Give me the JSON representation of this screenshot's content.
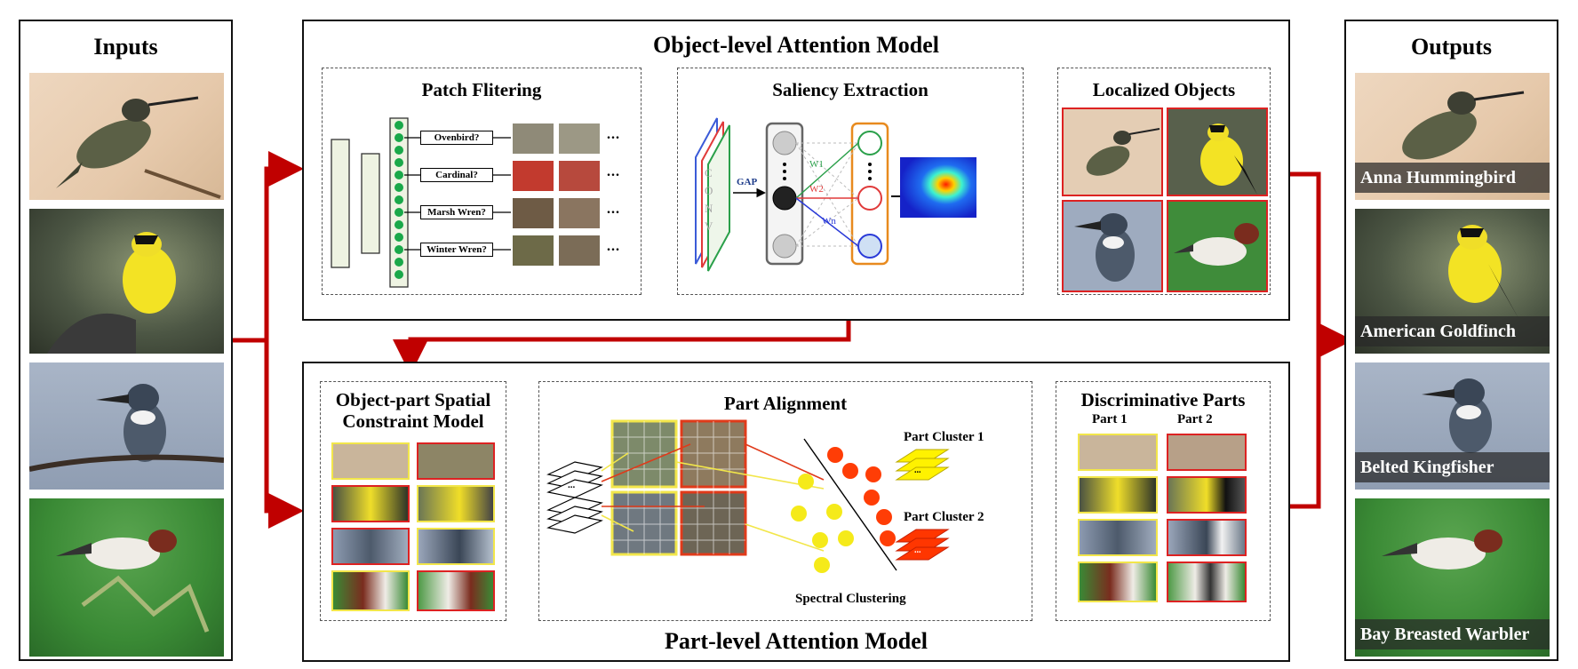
{
  "inputs": {
    "title": "Inputs"
  },
  "outputs": {
    "title": "Outputs",
    "labels": [
      "Anna Hummingbird",
      "American Goldfinch",
      "Belted Kingfisher",
      "Bay Breasted Warbler"
    ]
  },
  "object_model": {
    "title": "Object-level Attention Model",
    "patch_filtering": {
      "title": "Patch Flitering",
      "questions": [
        "Ovenbird?",
        "Cardinal?",
        "Marsh Wren?",
        "Winter Wren?"
      ],
      "ellipsis": "..."
    },
    "saliency": {
      "title": "Saliency Extraction",
      "conv_label": "CONV",
      "gap_label": "GAP",
      "weights": [
        "W1",
        "W2",
        "Wn"
      ]
    },
    "localized": {
      "title": "Localized Objects"
    }
  },
  "part_model": {
    "title": "Part-level Attention Model",
    "spatial": {
      "title_line1": "Object-part Spatial",
      "title_line2": "Constraint Model"
    },
    "alignment": {
      "title": "Part Alignment",
      "cluster1": "Part Cluster 1",
      "cluster2": "Part Cluster 2",
      "clustering": "Spectral Clustering",
      "ellipsis": "..."
    },
    "discriminative": {
      "title": "Discriminative Parts",
      "part1": "Part 1",
      "part2": "Part 2"
    }
  },
  "colors": {
    "arrow_red": "#c00000",
    "highlight_red": "#e03a1a",
    "highlight_yellow": "#f5ea3c",
    "node_green": "#1aa84a"
  }
}
